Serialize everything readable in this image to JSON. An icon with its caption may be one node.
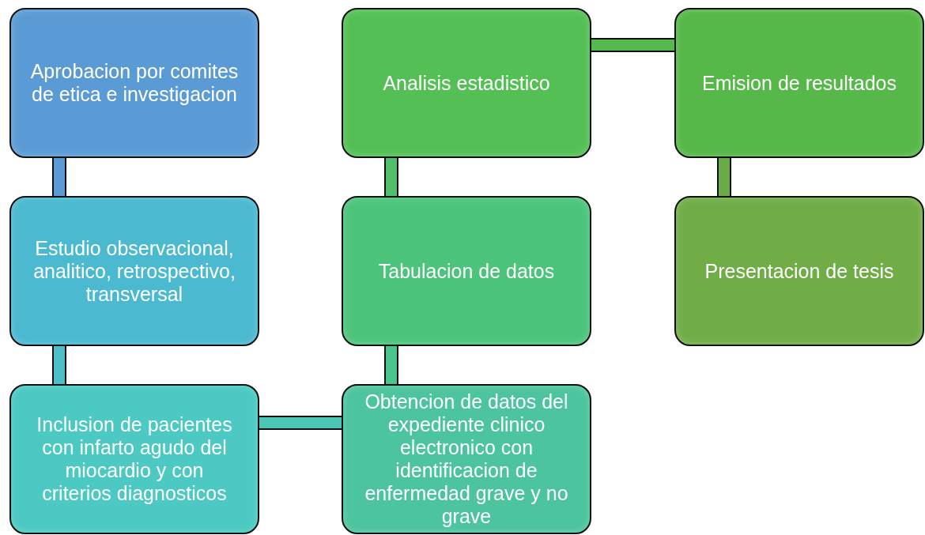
{
  "diagram": {
    "nodes": [
      {
        "text": [
          "Aprobacion por comites de etica e investigacion"
        ]
      },
      {
        "text": [
          "Estudio observacional, analitico, retrospectivo, transversal"
        ]
      },
      {
        "text": [
          "Inclusion de pacientes con  infarto agudo del miocardio y con criterios diagnosticos"
        ]
      },
      {
        "text": [
          "Obtencion de  datos del expediente clinico electronico con identificacion de enfermedad grave y no grave"
        ]
      },
      {
        "text": [
          "Tabulacion de datos"
        ]
      },
      {
        "text": [
          "Analisis estadistico"
        ]
      },
      {
        "text": [
          "Emision de resultados"
        ]
      },
      {
        "text": [
          "Presentacion de tesis"
        ]
      }
    ],
    "edges": [
      {
        "from": 0,
        "to": 1,
        "arrow": "none",
        "color": "#5b9bd5"
      },
      {
        "from": 1,
        "to": 2,
        "arrow": "none",
        "color": "#4cbfc9"
      },
      {
        "from": 2,
        "to": 3,
        "arrow": "none",
        "color": "#4cc6b4"
      },
      {
        "from": 3,
        "to": 4,
        "arrow": "none",
        "color": "#4cc48e"
      },
      {
        "from": 4,
        "to": 5,
        "arrow": "none",
        "color": "#52bf6c"
      },
      {
        "from": 5,
        "to": 6,
        "arrow": "none",
        "color": "#55b950"
      },
      {
        "from": 6,
        "to": 7,
        "arrow": "none",
        "color": "#6bac48"
      }
    ]
  }
}
